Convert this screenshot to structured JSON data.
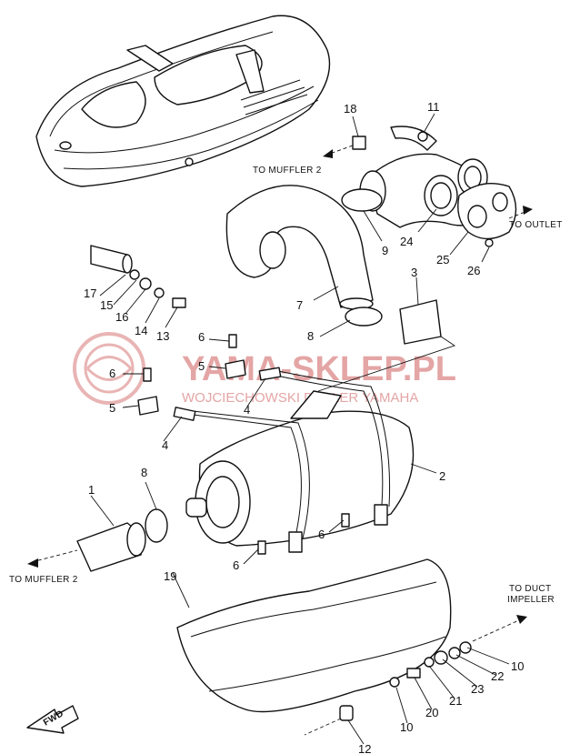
{
  "watermark": {
    "brand": "YAMA-SKLEP.PL",
    "sub": "WOJCIECHOWSKI DEALER YAMAHA",
    "color": "#e4a5a5"
  },
  "labels": {
    "to_muffler_top": "TO MUFFLER 2",
    "to_muffler_bottom": "TO MUFFLER 2",
    "to_outlet": "TO OUTLET",
    "to_duct_line1": "TO DUCT",
    "to_duct_line2": "IMPELLER",
    "fwd": "FWD"
  },
  "callouts": [
    {
      "id": "c1",
      "text": "1"
    },
    {
      "id": "c2",
      "text": "2"
    },
    {
      "id": "c3",
      "text": "3"
    },
    {
      "id": "c4a",
      "text": "4"
    },
    {
      "id": "c4b",
      "text": "4"
    },
    {
      "id": "c5a",
      "text": "5"
    },
    {
      "id": "c5b",
      "text": "5"
    },
    {
      "id": "c6a",
      "text": "6"
    },
    {
      "id": "c6b",
      "text": "6"
    },
    {
      "id": "c6c",
      "text": "6"
    },
    {
      "id": "c6d",
      "text": "6"
    },
    {
      "id": "c7",
      "text": "7"
    },
    {
      "id": "c8a",
      "text": "8"
    },
    {
      "id": "c8b",
      "text": "8"
    },
    {
      "id": "c9",
      "text": "9"
    },
    {
      "id": "c10a",
      "text": "10"
    },
    {
      "id": "c10b",
      "text": "10"
    },
    {
      "id": "c11",
      "text": "11"
    },
    {
      "id": "c12",
      "text": "12"
    },
    {
      "id": "c13",
      "text": "13"
    },
    {
      "id": "c14",
      "text": "14"
    },
    {
      "id": "c15",
      "text": "15"
    },
    {
      "id": "c16",
      "text": "16"
    },
    {
      "id": "c17",
      "text": "17"
    },
    {
      "id": "c18",
      "text": "18"
    },
    {
      "id": "c19",
      "text": "19"
    },
    {
      "id": "c20",
      "text": "20"
    },
    {
      "id": "c21",
      "text": "21"
    },
    {
      "id": "c22",
      "text": "22"
    },
    {
      "id": "c23",
      "text": "23"
    },
    {
      "id": "c24",
      "text": "24"
    },
    {
      "id": "c25",
      "text": "25"
    },
    {
      "id": "c26",
      "text": "26"
    }
  ]
}
